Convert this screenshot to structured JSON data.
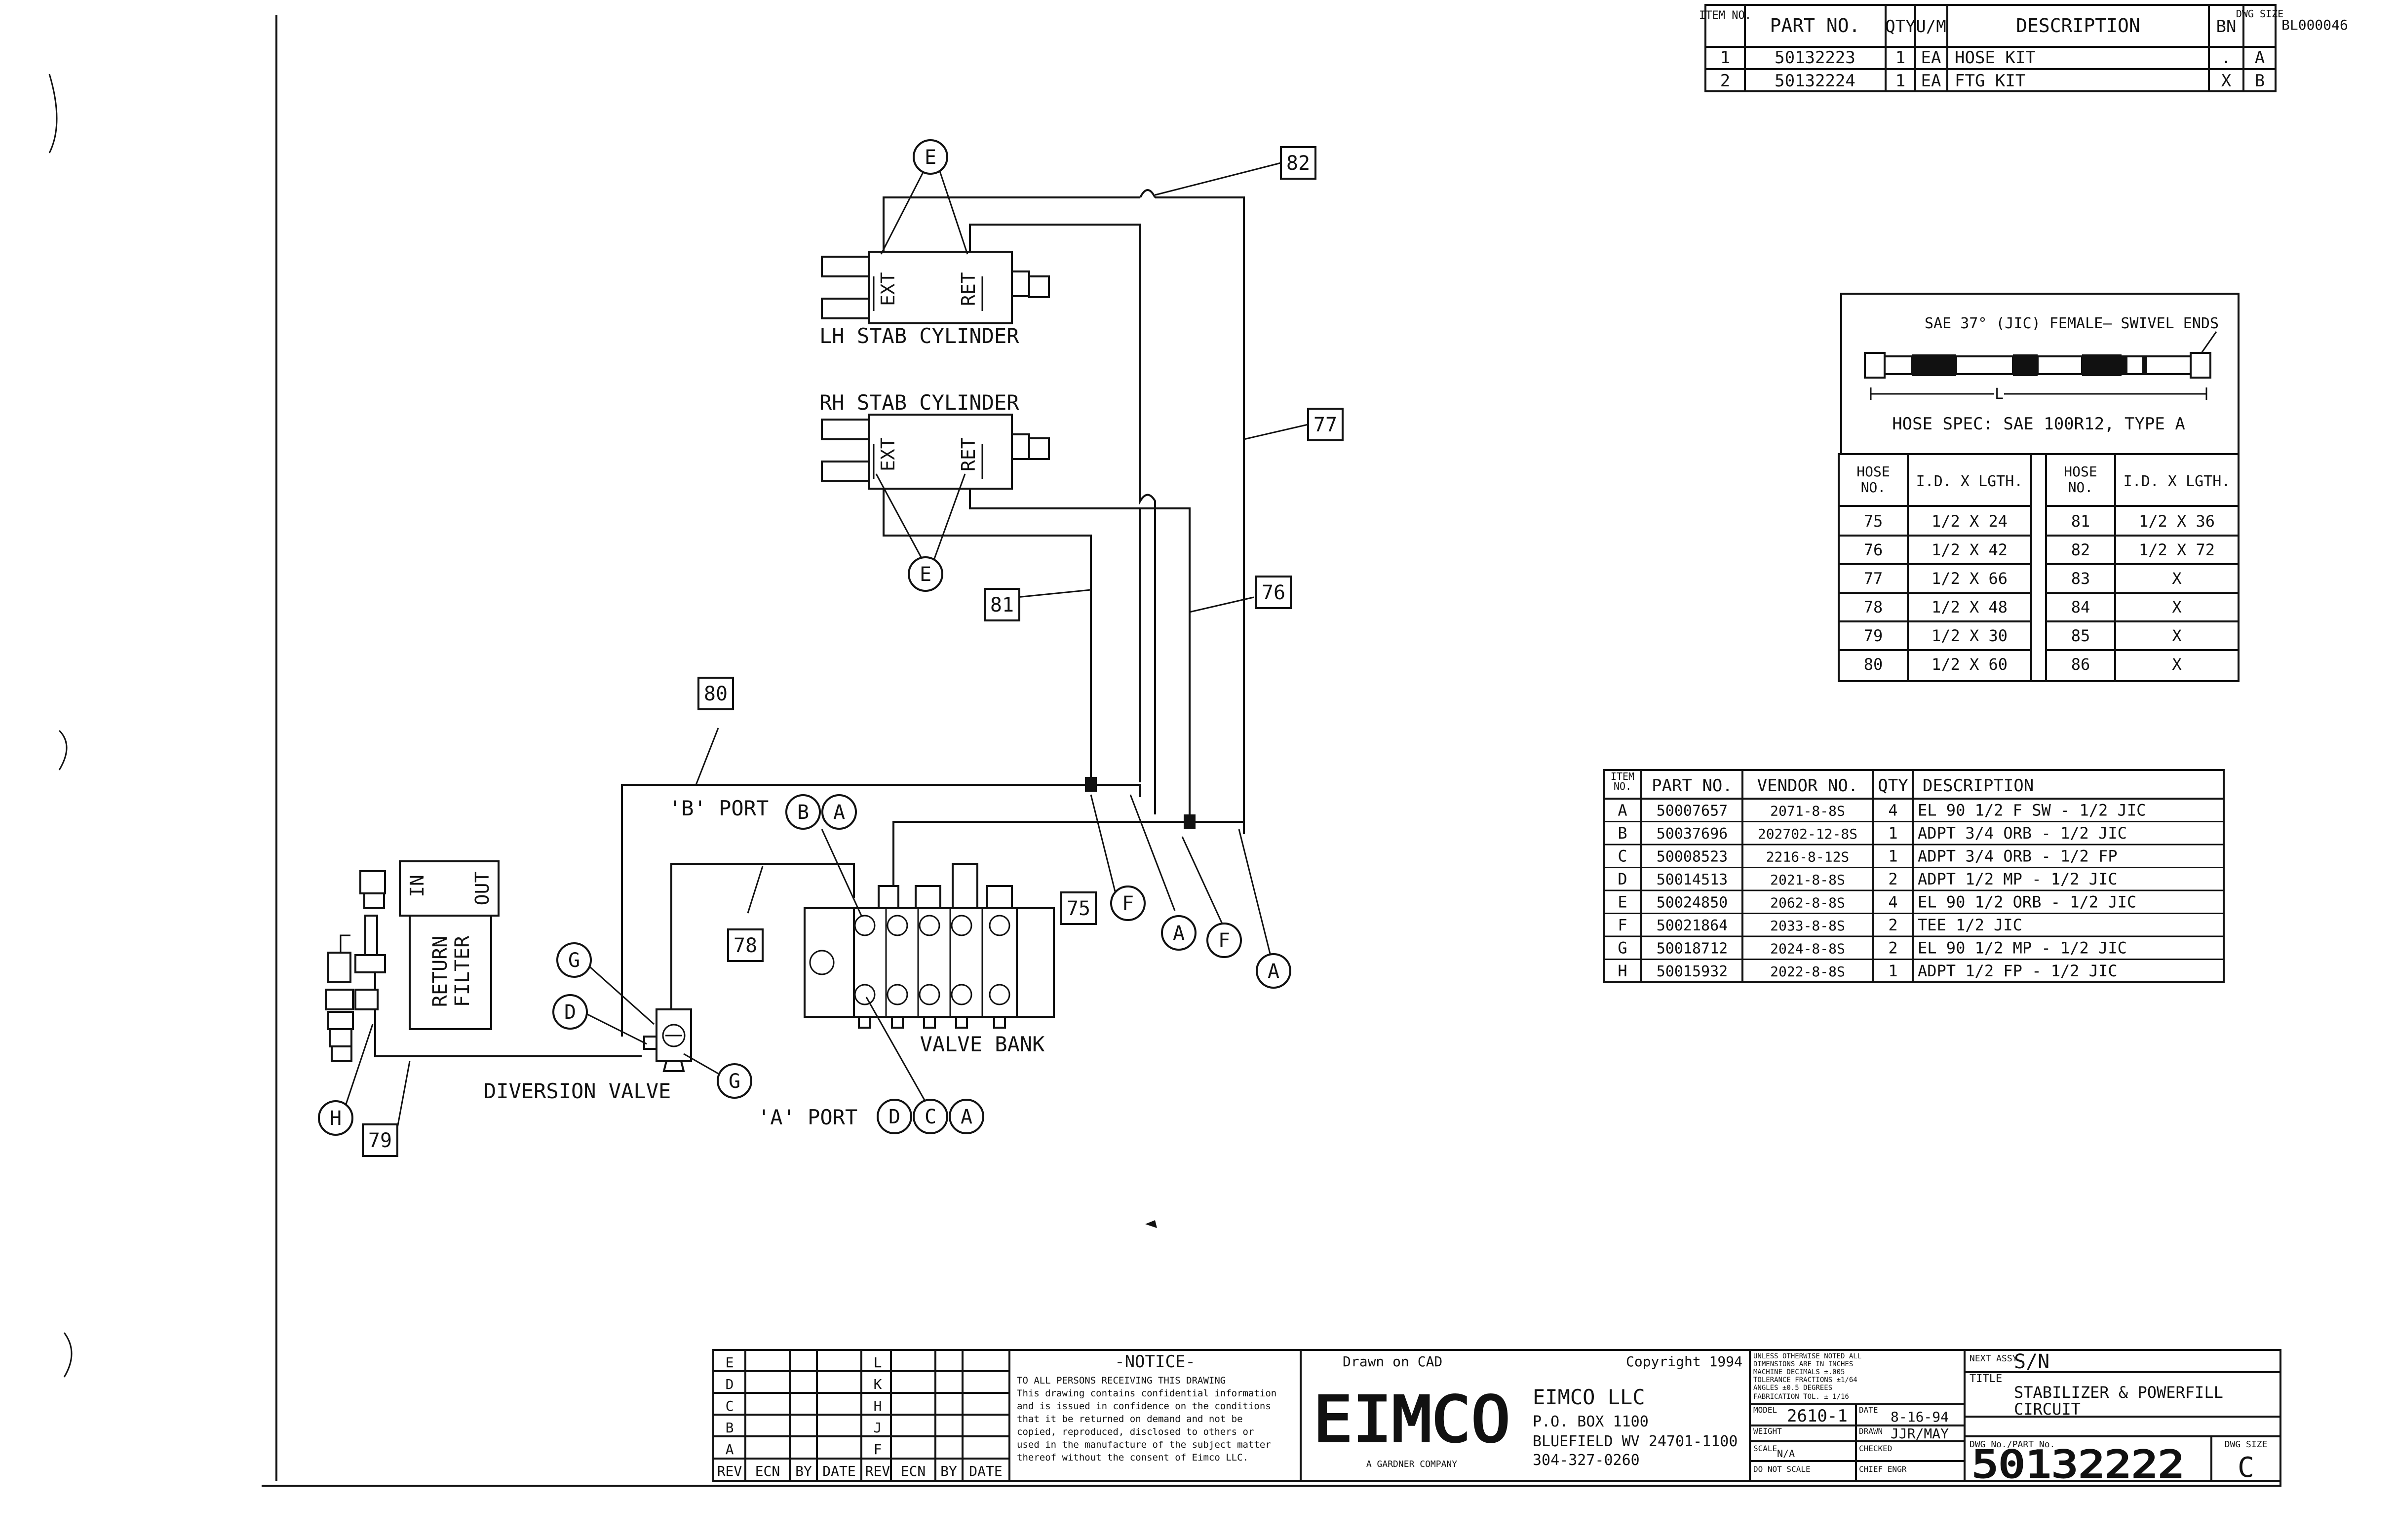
{
  "file_code": "BL000046",
  "item_table": {
    "headers": [
      "ITEM NO.",
      "PART NO.",
      "QTY",
      "U/M",
      "DESCRIPTION",
      "BN",
      "DWG SIZE"
    ],
    "rows": [
      [
        "1",
        "50132223",
        "1",
        "EA",
        "HOSE KIT",
        ".",
        "A"
      ],
      [
        "2",
        "50132224",
        "1",
        "EA",
        "FTG KIT",
        "X",
        "B"
      ]
    ]
  },
  "hose_spec": {
    "fitting_label": "SAE 37° (JIC) FEMALE— SWIVEL ENDS",
    "length_label": "L",
    "spec": "HOSE SPEC: SAE 100R12, TYPE A",
    "headers": [
      "HOSE NO.",
      "I.D. X LGTH.",
      "HOSE NO.",
      "I.D. X LGTH."
    ],
    "rows": [
      [
        "75",
        "1/2 X 24",
        "81",
        "1/2 X 36"
      ],
      [
        "76",
        "1/2 X 42",
        "82",
        "1/2 X 72"
      ],
      [
        "77",
        "1/2 X 66",
        "83",
        "X"
      ],
      [
        "78",
        "1/2 X 48",
        "84",
        "X"
      ],
      [
        "79",
        "1/2 X 30",
        "85",
        "X"
      ],
      [
        "80",
        "1/2 X 60",
        "86",
        "X"
      ]
    ]
  },
  "fitting_table": {
    "headers": [
      "ITEM NO.",
      "PART NO.",
      "VENDOR NO.",
      "QTY",
      "DESCRIPTION"
    ],
    "rows": [
      [
        "A",
        "50007657",
        "2071-8-8S",
        "4",
        "EL 90 1/2 F SW - 1/2 JIC"
      ],
      [
        "B",
        "50037696",
        "202702-12-8S",
        "1",
        "ADPT 3/4 ORB - 1/2 JIC"
      ],
      [
        "C",
        "50008523",
        "2216-8-12S",
        "1",
        "ADPT 3/4 ORB - 1/2 FP"
      ],
      [
        "D",
        "50014513",
        "2021-8-8S",
        "2",
        "ADPT 1/2 MP - 1/2 JIC"
      ],
      [
        "E",
        "50024850",
        "2062-8-8S",
        "4",
        "EL 90 1/2 ORB - 1/2 JIC"
      ],
      [
        "F",
        "50021864",
        "2033-8-8S",
        "2",
        "TEE 1/2 JIC"
      ],
      [
        "G",
        "50018712",
        "2024-8-8S",
        "2",
        "EL 90 1/2 MP - 1/2 JIC"
      ],
      [
        "H",
        "50015932",
        "2022-8-8S",
        "1",
        "ADPT 1/2 FP - 1/2 JIC"
      ]
    ]
  },
  "diagram": {
    "lh_cylinder": "LH STAB CYLINDER",
    "rh_cylinder": "RH STAB CYLINDER",
    "ext": "EXT",
    "ret": "RET",
    "return_filter": [
      "RETURN",
      "FILTER"
    ],
    "filter_in": "IN",
    "filter_out": "OUT",
    "diversion_valve": "DIVERSION VALVE",
    "valve_bank": "VALVE BANK",
    "b_port": "'B' PORT",
    "a_port": "'A' PORT",
    "hose_tags": [
      "82",
      "77",
      "76",
      "81",
      "80",
      "78",
      "75",
      "79"
    ],
    "fitting_callouts": [
      "E",
      "E",
      "B",
      "A",
      "F",
      "A",
      "F",
      "A",
      "G",
      "D",
      "G",
      "H",
      "D",
      "C",
      "A"
    ]
  },
  "title_block": {
    "rev_letters": [
      "E",
      "D",
      "C",
      "B",
      "A"
    ],
    "rev_letters_right": [
      "L",
      "K",
      "H",
      "J",
      "F"
    ],
    "rev_headers": [
      "REV",
      "ECN",
      "BY",
      "DATE",
      "REV",
      "ECN",
      "BY",
      "DATE"
    ],
    "notice_title": "-NOTICE-",
    "notice_lines": [
      "TO ALL PERSONS RECEIVING THIS DRAWING",
      "This drawing contains confidential information",
      "and is issued in confidence on the conditions",
      "that it be returned on demand and not be",
      "copied, reproduced, disclosed to others or",
      "used in the manufacture of the subject matter",
      "thereof without the consent of Eimco LLC."
    ],
    "drawn_on": "Drawn on CAD",
    "copyright": "Copyright 1994",
    "logo": "EIMCO",
    "logo_sub": "A GARDNER COMPANY",
    "company": "EIMCO LLC",
    "address": [
      "P.O. BOX 1100",
      "BLUEFIELD WV 24701-1100",
      "304-327-0260"
    ],
    "tolerance_note": [
      "UNLESS OTHERWISE NOTED ALL",
      "DIMENSIONS ARE IN INCHES",
      "MACHINE  DECIMALS ±.005",
      "TOLERANCE  FRACTIONS ±1/64",
      "ANGLES ±0.5 DEGREES",
      "FABRICATION TOL. ± 1/16"
    ],
    "model_label": "MODEL",
    "model": "2610-1",
    "date_label": "DATE",
    "date": "8-16-94",
    "weight_label": "WEIGHT",
    "drawn_label": "DRAWN",
    "drawn_by": "JJR/MAY",
    "scale_label": "SCALE",
    "scale": "N/A",
    "checked_label": "CHECKED",
    "no_scale": "DO NOT SCALE",
    "chief_label": "CHIEF ENGR",
    "next_assy_label": "NEXT ASSY.",
    "next_assy": "S/N",
    "title_label": "TITLE",
    "title": [
      "STABILIZER & POWERFILL",
      "CIRCUIT"
    ],
    "dwg_no_label": "DWG No./PART No.",
    "dwg_no": "50132222",
    "dwg_size_label": "DWG SIZE",
    "dwg_size": "C"
  }
}
